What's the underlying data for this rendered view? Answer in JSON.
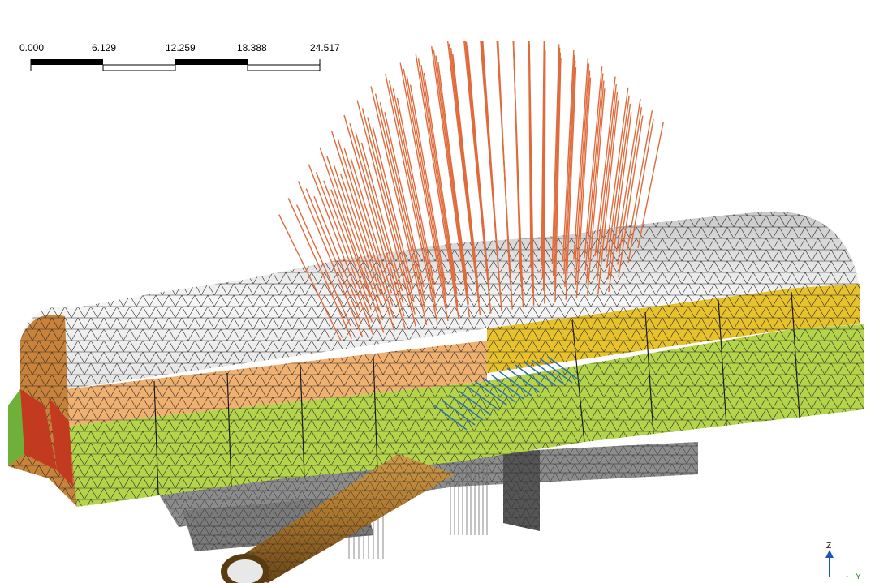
{
  "scale_bar": {
    "ticks": [
      "0.000",
      "6.129",
      "12.259",
      "18.388",
      "24.517"
    ]
  },
  "triad": {
    "z_label": "Z",
    "y_label": "Y",
    "x_label": "-"
  },
  "colors": {
    "mesh_line": "#2b2b2b",
    "crown": "#f2f2f2",
    "band_orange": "#f0b070",
    "band_yellow": "#e8c22a",
    "wall_green": "#b4d44a",
    "face_red": "#c23a20",
    "anchors": "#e06a3a",
    "base_gray": "#8c8c8c",
    "pipe_brown": "#a8732a",
    "bolts_blue": "#2e70b0",
    "triad_blue": "#1f56b5"
  }
}
